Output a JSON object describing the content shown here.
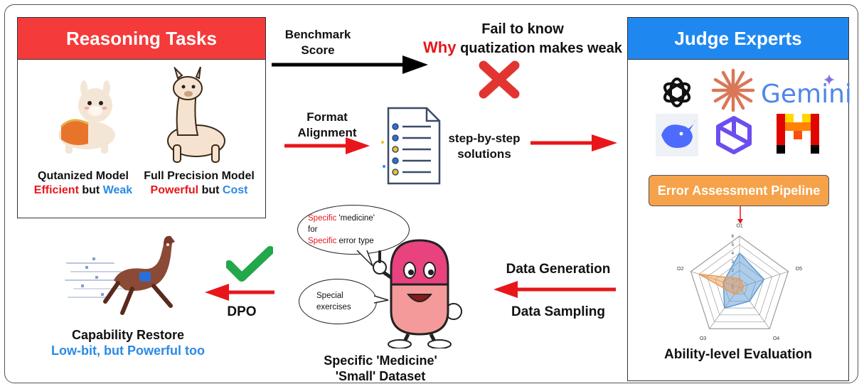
{
  "reasoning_tasks": {
    "title": "Reasoning Tasks",
    "quantized_label": "Qutanized Model",
    "quantized_good": "Efficient",
    "quantized_join": "but",
    "quantized_bad": "Weak",
    "full_label": "Full Precision Model",
    "full_good": "Powerful",
    "full_join": "but",
    "full_bad": "Cost"
  },
  "benchmark": {
    "line1": "Benchmark",
    "line2": "Score"
  },
  "fail": {
    "line1": "Fail to know",
    "why": "Why",
    "line2_rest": "quatization makes weak"
  },
  "format_alignment": {
    "line1": "Format",
    "line2": "Alignment"
  },
  "solutions": {
    "line1": "step-by-step",
    "line2": "solutions"
  },
  "judge": {
    "title": "Judge Experts",
    "gemini_label": "Gemini",
    "pipeline_label": "Error Assessment Pipeline",
    "evaluation_label": "Ability-level Evaluation",
    "model_icons": [
      "openai-logo-icon",
      "claude-logo-icon",
      "gemini-logo",
      "deepseek-whale-icon",
      "cube-logo-icon",
      "mistral-logo-icon"
    ]
  },
  "radar": {
    "axes": [
      "O1",
      "O5",
      "O4",
      "O3",
      "O2"
    ],
    "ticks": [
      "0",
      "1",
      "2",
      "3",
      "4",
      "5",
      "6"
    ],
    "max": 6,
    "series": [
      {
        "values": [
          4,
          3,
          2,
          3,
          2
        ],
        "color": "#5b9bd5"
      },
      {
        "values": [
          1,
          0.5,
          0.5,
          1,
          5
        ],
        "color": "#ed9a4f"
      }
    ]
  },
  "data_generation": {
    "line1": "Data Generation",
    "line2": "Data Sampling"
  },
  "medicine_bubble": {
    "w1": "Specific",
    "w1_rest": "'medicine'",
    "w2": "for",
    "w3": "Specific",
    "w3_rest": "error type"
  },
  "exercise_bubble": {
    "line1": "Special",
    "line2": "exercises"
  },
  "dataset": {
    "line1": "Specific 'Medicine'",
    "line2": "'Small' Dataset"
  },
  "dpo_label": "DPO",
  "restore": {
    "line1": "Capability Restore",
    "line2": "Low-bit, but Powerful too"
  },
  "colors": {
    "header_red": "#f53a3a",
    "header_blue": "#1f88f0",
    "pipeline_orange": "#f6a24a",
    "arrow_red": "#e8161a",
    "check_green": "#22a74a",
    "cross_red": "#e23531",
    "text_blue": "#2b8ae6"
  }
}
